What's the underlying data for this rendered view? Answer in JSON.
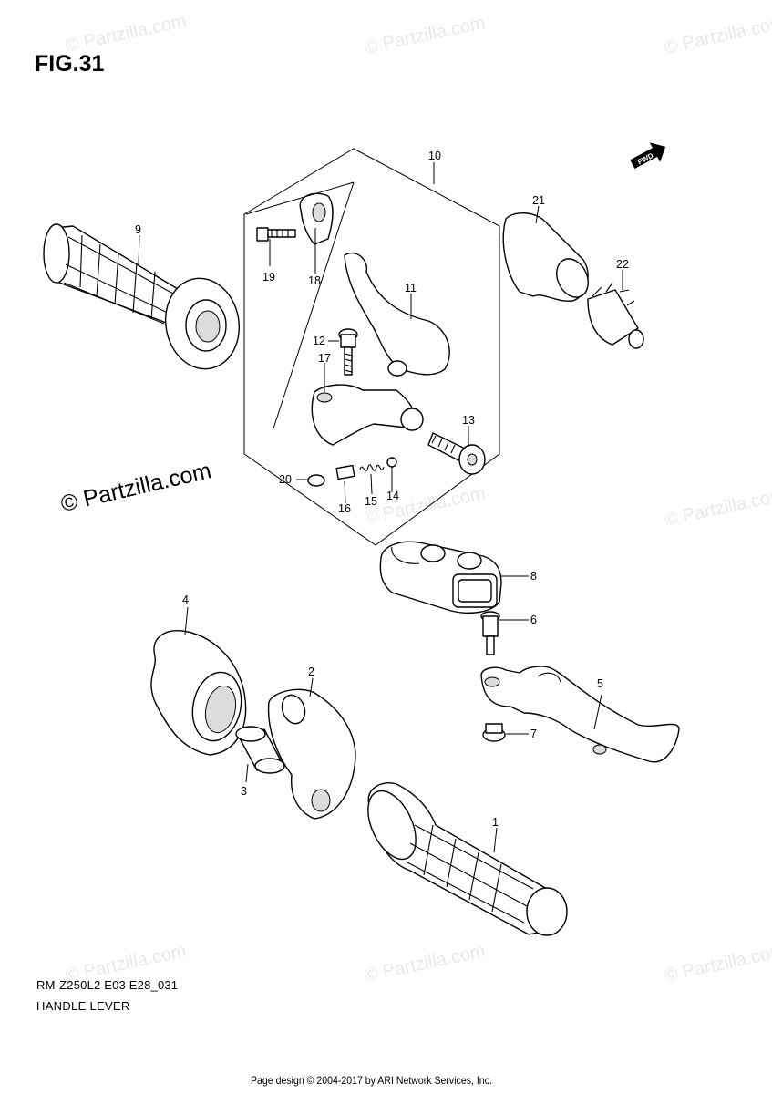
{
  "figure": {
    "title": "FIG.31",
    "model_code": "RM-Z250L2 E03 E28_031",
    "caption": "HANDLE LEVER",
    "footer": "Page design © 2004-2017 by ARI Network Services, Inc.",
    "watermark": "© Partzilla.com",
    "fwd_label": "FWD"
  },
  "callouts": [
    "1",
    "2",
    "3",
    "4",
    "5",
    "6",
    "7",
    "8",
    "9",
    "10",
    "11",
    "12",
    "13",
    "14",
    "15",
    "16",
    "17",
    "18",
    "19",
    "20",
    "21",
    "22"
  ]
}
